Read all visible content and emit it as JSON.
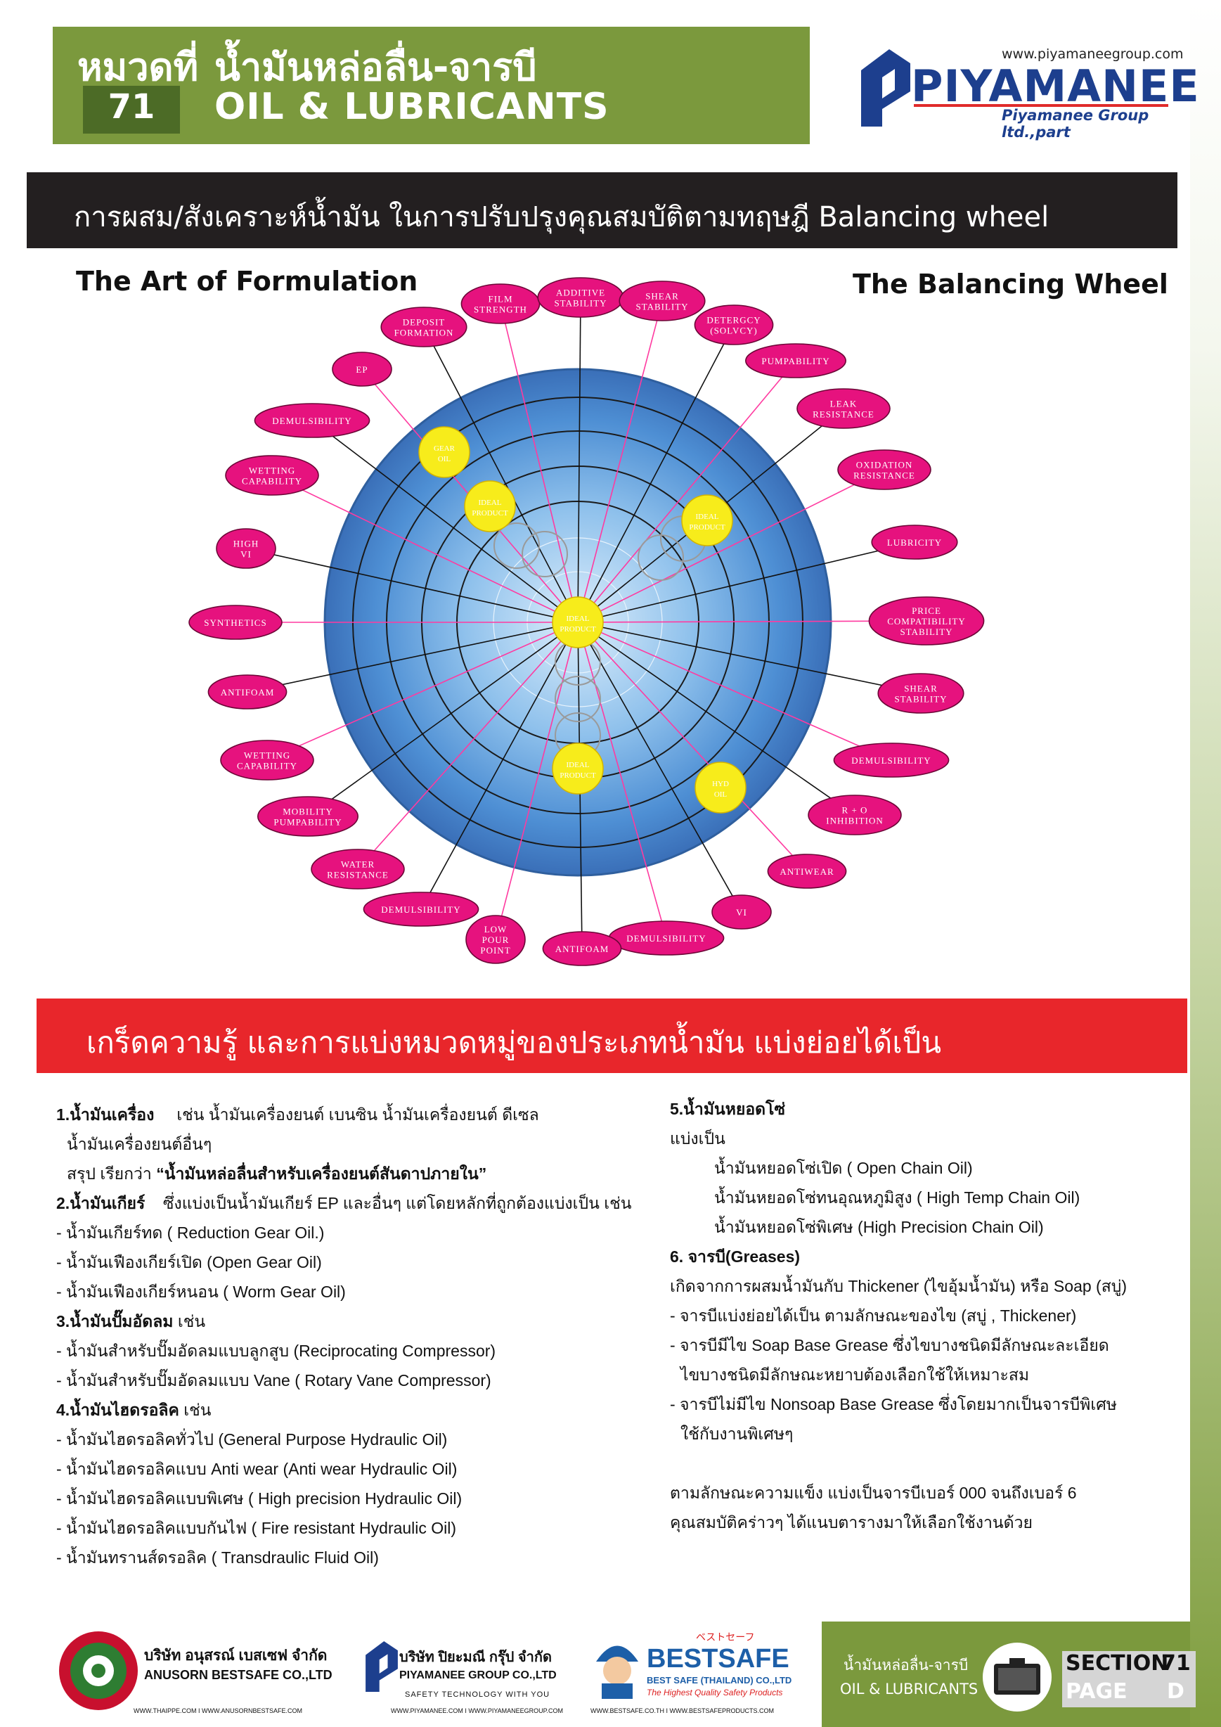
{
  "header": {
    "category_label": "หมวดที่",
    "category_number": "71",
    "title_th": "น้ำมันหล่อลื่น-จารบี",
    "title_en": "OIL & LUBRICANTS"
  },
  "logo": {
    "url": "www.piyamaneegroup.com",
    "name": "PIYAMANEE",
    "sub": "Piyamanee Group ltd.,part"
  },
  "balancing": {
    "banner": "การผสม/สังเคราะห์น้ำมัน ในการปรับปรุงคุณสมบัติตามทฤษฎี Balancing wheel",
    "art_title": "The Art of Formulation",
    "wheel_title": "The Balancing Wheel"
  },
  "wheel": {
    "labels": [
      {
        "lines": [
          "FILM",
          "STRENGTH"
        ]
      },
      {
        "lines": [
          "ADDITIVE",
          "STABILITY"
        ]
      },
      {
        "lines": [
          "SHEAR",
          "STABILITY"
        ]
      },
      {
        "lines": [
          "DETERGCY",
          "(SOLVCY)"
        ]
      },
      {
        "lines": [
          "PUMPABILITY"
        ]
      },
      {
        "lines": [
          "LEAK",
          "RESISTANCE"
        ]
      },
      {
        "lines": [
          "OXIDATION",
          "RESISTANCE"
        ]
      },
      {
        "lines": [
          "LUBRICITY"
        ]
      },
      {
        "lines": [
          "PRICE",
          "COMPATIBILITY",
          "STABILITY"
        ]
      },
      {
        "lines": [
          "SHEAR",
          "STABILITY"
        ]
      },
      {
        "lines": [
          "DEMULSIBILITY"
        ]
      },
      {
        "lines": [
          "R + O",
          "INHIBITION"
        ]
      },
      {
        "lines": [
          "ANTIWEAR"
        ]
      },
      {
        "lines": [
          "VI"
        ]
      },
      {
        "lines": [
          "DEMULSIBILITY"
        ]
      },
      {
        "lines": [
          "ANTIFOAM"
        ]
      },
      {
        "lines": [
          "LOW",
          "POUR",
          "POINT"
        ]
      },
      {
        "lines": [
          "DEMULSIBILITY"
        ]
      },
      {
        "lines": [
          "WATER",
          "RESISTANCE"
        ]
      },
      {
        "lines": [
          "MOBILITY",
          "PUMPABILITY"
        ]
      },
      {
        "lines": [
          "WETTING",
          "CAPABILITY"
        ]
      },
      {
        "lines": [
          "ANTIFOAM"
        ]
      },
      {
        "lines": [
          "SYNTHETICS"
        ]
      },
      {
        "lines": [
          "HIGH",
          "VI"
        ]
      },
      {
        "lines": [
          "WETTING",
          "CAPABILITY"
        ]
      },
      {
        "lines": [
          "DEMULSIBILITY"
        ]
      },
      {
        "lines": [
          "EP"
        ]
      },
      {
        "lines": [
          "DEPOSIT",
          "FORMATION"
        ]
      }
    ],
    "yellow_nodes": [
      {
        "lines": [
          "GEAR",
          "OIL"
        ]
      },
      {
        "lines": [
          "IDEAL",
          "PRODUCT"
        ]
      },
      {
        "lines": [
          "IDEAL",
          "PRODUCT"
        ]
      },
      {
        "lines": [
          "IDEAL",
          "PRODUCT"
        ]
      },
      {
        "lines": [
          "IDEAL",
          "PRODUCT"
        ]
      },
      {
        "lines": [
          "HYD",
          "OIL"
        ]
      }
    ]
  },
  "tips_banner": "เกร็ดความรู้ และการแบ่งหมวดหมู่ของประเภทน้ำมัน แบ่งย่อยได้เป็น",
  "left_column": {
    "s1_title": "1.น้ำมันเครื่อง",
    "s1_text": "เช่น น้ำมันเครื่องยนต์ เบนซิน น้ำมันเครื่องยนต์ ดีเซล",
    "s1_line2": "น้ำมันเครื่องยนต์อื่นๆ",
    "s1_summary_pre": "สรุป เรียกว่า",
    "s1_summary_bold": "“น้ำมันหล่อลื่นสำหรับเครื่องยนต์สันดาปภายใน”",
    "s2_title": "2.น้ำมันเกียร์",
    "s2_text": "ซึ่งแบ่งเป็นน้ำมันเกียร์ EP และอื่นๆ แต่โดยหลักที่ถูกต้องแบ่งเป็น เช่น",
    "s2_items": [
      "- น้ำมันเกียร์ทด ( Reduction Gear Oil.)",
      "- น้ำมันเฟืองเกียร์เปิด (Open Gear Oil)",
      "- น้ำมันเฟืองเกียร์หนอน ( Worm Gear Oil)"
    ],
    "s3_title": "3.น้ำมันปั๊มอัดลม",
    "s3_text": "เช่น",
    "s3_items": [
      "- น้ำมันสำหรับปั๊มอัดลมแบบลูกสูบ (Reciprocating Compressor)",
      "- น้ำมันสำหรับปั๊มอัดลมแบบ Vane ( Rotary Vane Compressor)"
    ],
    "s4_title": "4.น้ำมันไฮดรอลิค",
    "s4_text": "เช่น",
    "s4_items": [
      "- น้ำมันไฮดรอลิคทั่วไป (General Purpose Hydraulic Oil)",
      "- น้ำมันไฮดรอลิคแบบ  Anti wear (Anti wear Hydraulic Oil)",
      "- น้ำมันไฮดรอลิคแบบพิเศษ ( High precision Hydraulic Oil)",
      "- น้ำมันไฮดรอลิคแบบกันไฟ ( Fire resistant Hydraulic Oil)",
      "- น้ำมันทรานส์ดรอลิค ( Transdraulic Fluid Oil)"
    ]
  },
  "right_column": {
    "s5_title": "5.น้ำมันหยอดโซ่",
    "s5_sub": "แบ่งเป็น",
    "s5_items": [
      "น้ำมันหยอดโซ่เปิด ( Open Chain Oil)",
      "น้ำมันหยอดโซ่ทนอุณหภูมิสูง ( High Temp Chain Oil)",
      "น้ำมันหยอดโซ่พิเศษ (High Precision Chain Oil)"
    ],
    "s6_title": "6. จารบี(Greases)",
    "s6_intro": "เกิดจากการผสมน้ำมันกับ Thickener  (ไขอุ้มน้ำมัน) หรือ Soap (สบู่)",
    "s6_items": [
      "- จารบีแบ่งย่อยได้เป็น ตามลักษณะของไข (สบู่ , Thickener)",
      "- จารบีมีไข Soap Base Grease ซึ่งไขบางชนิดมีลักษณะละเอียด",
      "  ไขบางชนิดมีลักษณะหยาบต้องเลือกใช้ให้เหมาะสม",
      "- จารบีไม่มีไข   Nonsoap Base Grease  ซึ่งโดยมากเป็นจารบีพิเศษ",
      "  ใช้กับงานพิเศษๆ"
    ],
    "s6_footer": [
      "ตามลักษณะความแข็ง แบ่งเป็นจารบีเบอร์ 000 จนถึงเบอร์ 6",
      "คุณสมบัติคร่าวๆ ได้แนบตารางมาให้เลือกใช้งานด้วย"
    ]
  },
  "footer": {
    "anusorn_th": "บริษัท อนุสรณ์ เบสเซฟ จำกัด",
    "anusorn_en": "ANUSORN BESTSAFE CO.,LTD",
    "anusorn_web": "WWW.THAIPPE.COM I WWW.ANUSORNBESTSAFE.COM",
    "piyamanee_th": "บริษัท ปิยะมณี กรุ๊ป จำกัด",
    "piyamanee_en": "PIYAMANEE GROUP CO.,LTD",
    "piyamanee_tag": "SAFETY TECHNOLOGY WITH YOU",
    "piyamanee_web": "WWW.PIYAMANEE.COM I WWW.PIYAMANEEGROUP.COM",
    "bestsafe_jp": "ベストセーフ",
    "bestsafe_name": "BESTSAFE",
    "bestsafe_co": "BEST SAFE (THAILAND) CO.,LTD",
    "bestsafe_tag": "The Highest Quality Safety Products",
    "bestsafe_web": "WWW.BESTSAFE.CO.TH I WWW.BESTSAFEPRODUCTS.COM",
    "cat_th": "น้ำมันหล่อลื่น-จารบี",
    "cat_en": "OIL & LUBRICANTS",
    "section_label": "SECTION",
    "section_number": "71",
    "page_label": "PAGE",
    "page_letter": "D"
  },
  "colors": {
    "header_green": "#7b993d",
    "label_pink": "#e6127e",
    "wheel_blue": "#3f7fc8",
    "node_yellow": "#f7ec1b",
    "tips_red": "#e8262b"
  }
}
